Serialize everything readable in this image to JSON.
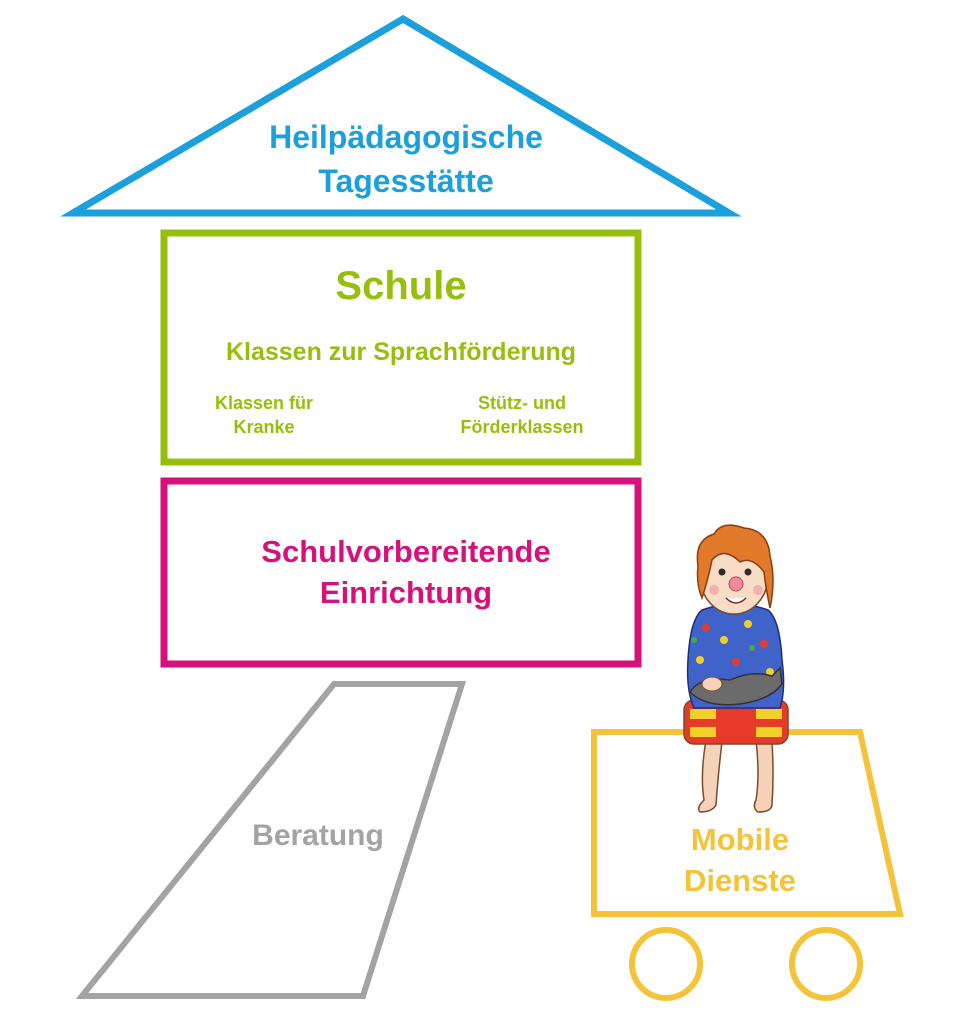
{
  "colors": {
    "roof": "#1ba0dc",
    "schule": "#96bf0d",
    "vorschule": "#d6117b",
    "beratung": "#a3a3a3",
    "mobile": "#f4c33a"
  },
  "roof": {
    "line1": "Heilpädagogische",
    "line2": "Tagesstätte"
  },
  "schule": {
    "title": "Schule",
    "subtitle": "Klassen zur Sprachförderung",
    "left_line1": "Klassen für",
    "left_line2": "Kranke",
    "right_line1": "Stütz- und",
    "right_line2": "Förderklassen"
  },
  "vorschule": {
    "line1": "Schulvorbereitende",
    "line2": "Einrichtung"
  },
  "beratung": {
    "label": "Beratung"
  },
  "mobile": {
    "line1": "Mobile",
    "line2": "Dienste"
  },
  "illustration": {
    "icon": "child-sitting-icon"
  }
}
